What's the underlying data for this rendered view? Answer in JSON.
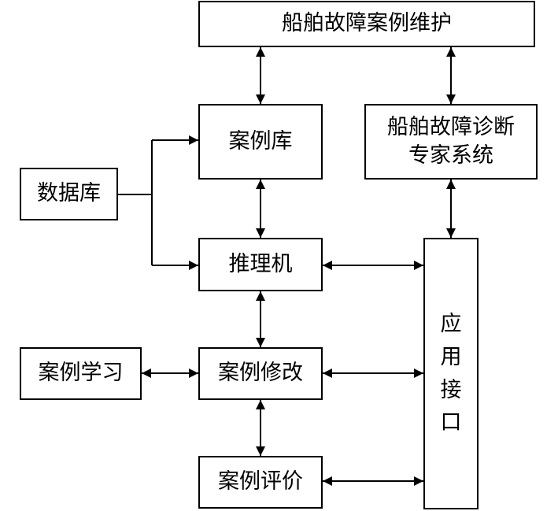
{
  "diagram": {
    "title_box": "船舶故障案例维护",
    "case_library": "案例库",
    "expert_system": [
      "船舶故障诊断",
      "专家系统"
    ],
    "database": "数据库",
    "inference_engine": "推理机",
    "case_learning": "案例学习",
    "case_revision": "案例修改",
    "case_evaluation": "案例评价",
    "app_interface": [
      "应",
      "用",
      "接",
      "口"
    ]
  },
  "colors": {
    "line": "#000000",
    "box_border": "#000000",
    "background": "#ffffff"
  }
}
